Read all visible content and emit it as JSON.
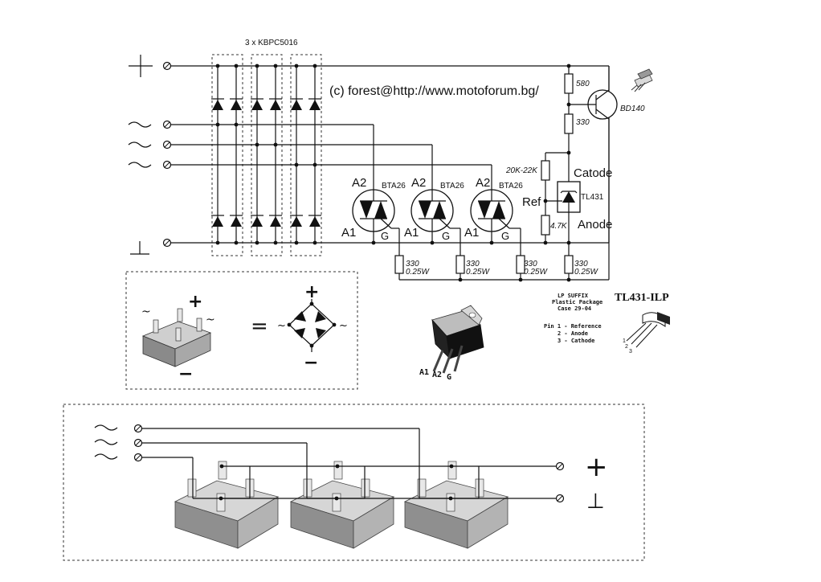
{
  "header": {
    "bridge_count_label": "3 x KBPC5016",
    "copyright": "(c) forest@http://www.motoforum.bg/"
  },
  "terminals": {
    "plus": "+",
    "ground": "⊥",
    "ac": "~"
  },
  "triacs": [
    {
      "a2": "A2",
      "part": "BTA26",
      "a1": "A1",
      "g": "G"
    },
    {
      "a2": "A2",
      "part": "BTA26",
      "a1": "A1",
      "g": "G"
    },
    {
      "a2": "A2",
      "part": "BTA26",
      "a1": "A1",
      "g": "G"
    }
  ],
  "gate_resistors": [
    {
      "value": "330",
      "power": "0.25W"
    },
    {
      "value": "330",
      "power": "0.25W"
    },
    {
      "value": "330",
      "power": "0.25W"
    },
    {
      "value": "330",
      "power": "0.25W"
    }
  ],
  "control": {
    "r_top": "580",
    "r_mid": "330",
    "r_pot": "20K-22K",
    "r_low": "4.7K",
    "transistor": "BD140",
    "regulator": "TL431",
    "cathode": "Catode",
    "anode": "Anode",
    "ref": "Ref"
  },
  "equivalence": {
    "plus": "+",
    "minus": "−",
    "ac": "~",
    "equals": "="
  },
  "triac_package": {
    "pin1": "A1",
    "pin2": "A2",
    "pin3": "G"
  },
  "tl431_info": {
    "suffix": "LP SUFFIX",
    "package": "Plastic Package",
    "case": "Case 29-04",
    "pin1": "Pin 1 - Reference",
    "pin2": "2 - Anode",
    "pin3": "3 - Cathode",
    "title": "TL431-ILP",
    "pin_numbers": [
      "1",
      "2",
      "3"
    ]
  },
  "wiring_outputs": {
    "plus": "+",
    "ground": "⊥"
  }
}
